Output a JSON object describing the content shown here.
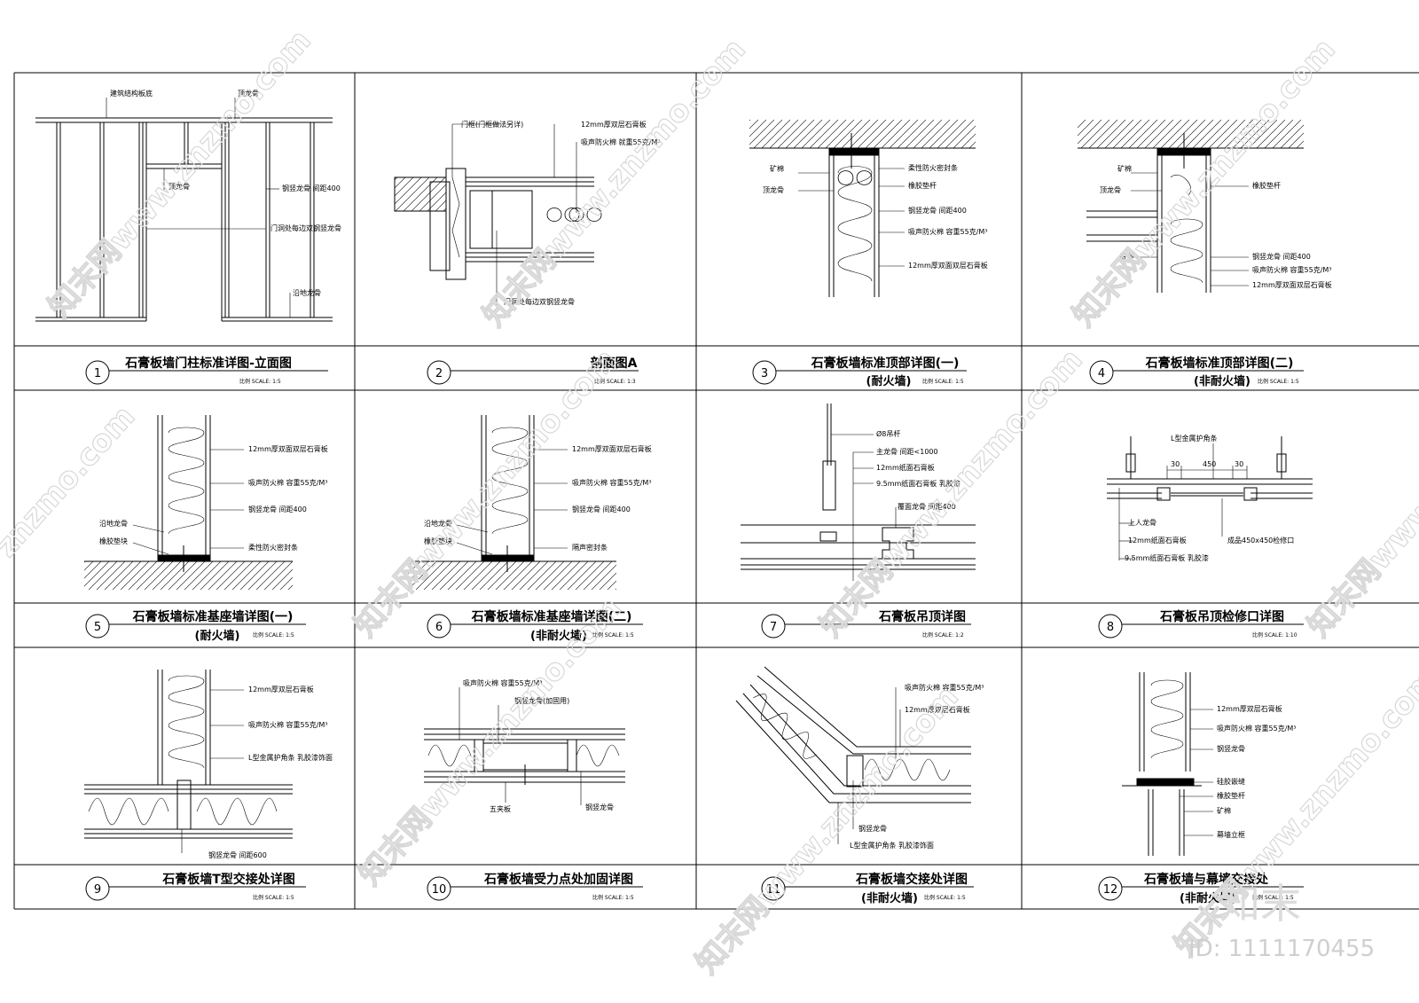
{
  "panels": [
    {
      "num": "1",
      "title": "石膏板墙门柱标准详图-立面图",
      "sub": "",
      "scale": "比例 SCALE: 1:5",
      "labels": [
        "建筑结构板底",
        "顶龙骨",
        "顶龙骨",
        "钢竖龙骨 间距400",
        "门洞处每边双钢竖龙骨",
        "沿地龙骨"
      ]
    },
    {
      "num": "2",
      "title": "剖面图A",
      "sub": "",
      "scale": "比例 SCALE: 1:3",
      "labels": [
        "门框(门框做法另详)",
        "12mm厚双层石膏板",
        "吸声防火棉 就重55克/M³",
        "门洞处每边双钢竖龙骨"
      ]
    },
    {
      "num": "3",
      "title": "石膏板墙标准顶部详图(一)",
      "sub": "(耐火墙)",
      "scale": "比例 SCALE: 1:5",
      "labels": [
        "矿棉",
        "柔性防火密封条",
        "顶龙骨",
        "橡胶垫杆",
        "钢竖龙骨 间距400",
        "吸声防火棉 容重55克/M³",
        "12mm厚双面双层石膏板"
      ]
    },
    {
      "num": "4",
      "title": "石膏板墙标准顶部详图(二)",
      "sub": "(非耐火墙)",
      "scale": "比例 SCALE: 1:5",
      "labels": [
        "矿棉",
        "顶龙骨",
        "橡胶垫杆",
        "吊顶",
        "钢竖龙骨 间距400",
        "吸声防火棉 容重55克/M³",
        "12mm厚双面双层石膏板"
      ]
    },
    {
      "num": "5",
      "title": "石膏板墙标准基座墙详图(一)",
      "sub": "(耐火墙)",
      "scale": "比例 SCALE: 1:5",
      "labels": [
        "12mm厚双面双层石膏板",
        "吸声防火棉 容重55克/M³",
        "钢竖龙骨 间距400",
        "沿地龙骨",
        "橡胶垫块",
        "柔性防火密封条"
      ]
    },
    {
      "num": "6",
      "title": "石膏板墙标准基座墙详图(二)",
      "sub": "(非耐火墙)",
      "scale": "比例 SCALE: 1:5",
      "labels": [
        "12mm厚双面双层石膏板",
        "吸声防火棉 容重55克/M³",
        "钢竖龙骨 间距400",
        "沿地龙骨",
        "橡胶垫块",
        "隔声密封条"
      ]
    },
    {
      "num": "7",
      "title": "石膏板吊顶详图",
      "sub": "",
      "scale": "比例 SCALE: 1:2",
      "labels": [
        "Ø8吊杆",
        "主龙骨 间距<1000",
        "12mm纸面石膏板",
        "9.5mm纸面石膏板 乳胶漆",
        "覆面龙骨 间距400"
      ]
    },
    {
      "num": "8",
      "title": "石膏板吊顶检修口详图",
      "sub": "",
      "scale": "比例 SCALE: 1:10",
      "labels": [
        "L型金属护角条",
        "30",
        "450",
        "30",
        "上人龙骨",
        "12mm纸面石膏板",
        "成品450x450检修口",
        "9.5mm纸面石膏板 乳胶漆"
      ]
    },
    {
      "num": "9",
      "title": "石膏板墙T型交接处详图",
      "sub": "",
      "scale": "比例 SCALE: 1:5",
      "labels": [
        "12mm厚双层石膏板",
        "吸声防火棉 容重55克/M³",
        "L型金属护角条 乳胶漆饰面",
        "钢竖龙骨 间距600"
      ]
    },
    {
      "num": "10",
      "title": "石膏板墙受力点处加固详图",
      "sub": "",
      "scale": "比例 SCALE: 1:5",
      "labels": [
        "吸声防火棉 容重55克/M³",
        "钢竖龙骨(加固用)",
        "五夹板",
        "钢竖龙骨"
      ]
    },
    {
      "num": "11",
      "title": "石膏板墙交接处详图",
      "sub": "(非耐火墙)",
      "scale": "比例 SCALE: 1:5",
      "labels": [
        "吸声防火棉 容重55克/M³",
        "12mm厚双层石膏板",
        "钢竖龙骨",
        "L型金属护角条 乳胶漆饰面"
      ]
    },
    {
      "num": "12",
      "title": "石膏板墙与幕墙交接处",
      "sub": "(非耐火墙)",
      "scale": "比例 SCALE: 1:5",
      "labels": [
        "12mm厚双层石膏板",
        "吸声防火棉 容重55克/M³",
        "钢竖龙骨",
        "硅胶嵌缝",
        "橡胶垫杆",
        "矿棉",
        "幕墙立框"
      ]
    }
  ],
  "watermark": {
    "text": "znzmo.com",
    "text2": "知末网www.znzmo.com",
    "brand": "知末",
    "id": "ID: 1111170455"
  }
}
